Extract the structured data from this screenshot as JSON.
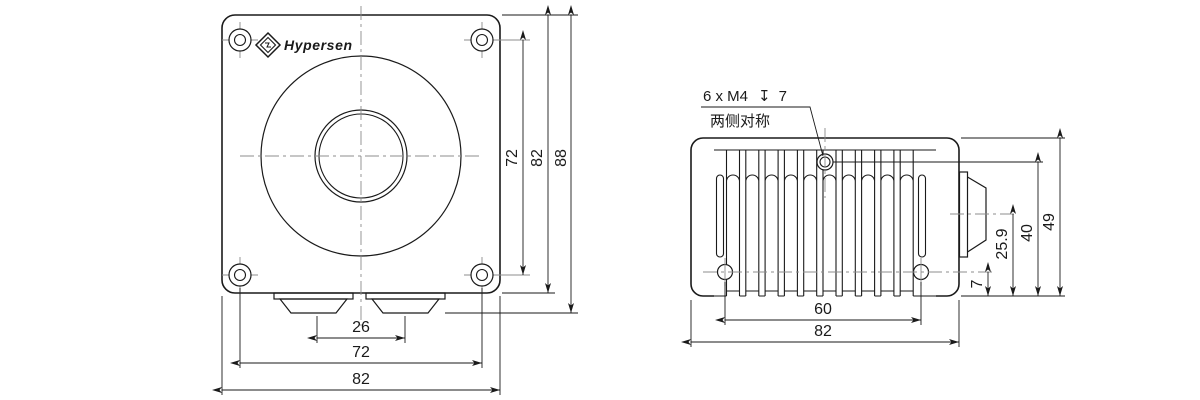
{
  "drawing": {
    "brand": "Hypersen",
    "front_view": {
      "dims": {
        "connector_spacing": "26",
        "hole_spacing_h": "72",
        "width": "82",
        "hole_spacing_v": "72",
        "height": "82",
        "overall_height": "88"
      }
    },
    "side_view": {
      "callout": {
        "thread_spec": "6 x M4",
        "depth_symbol": "↧",
        "depth": "7",
        "note": "两侧对称"
      },
      "dims": {
        "hole_spacing": "60",
        "width": "82",
        "hole_offset": "7",
        "connector_center_height": "25.9",
        "top_hole_height": "40",
        "height": "49"
      }
    },
    "colors": {
      "line": "#1a1a1a",
      "centerline": "#8c8c8c",
      "background": "#ffffff"
    }
  }
}
